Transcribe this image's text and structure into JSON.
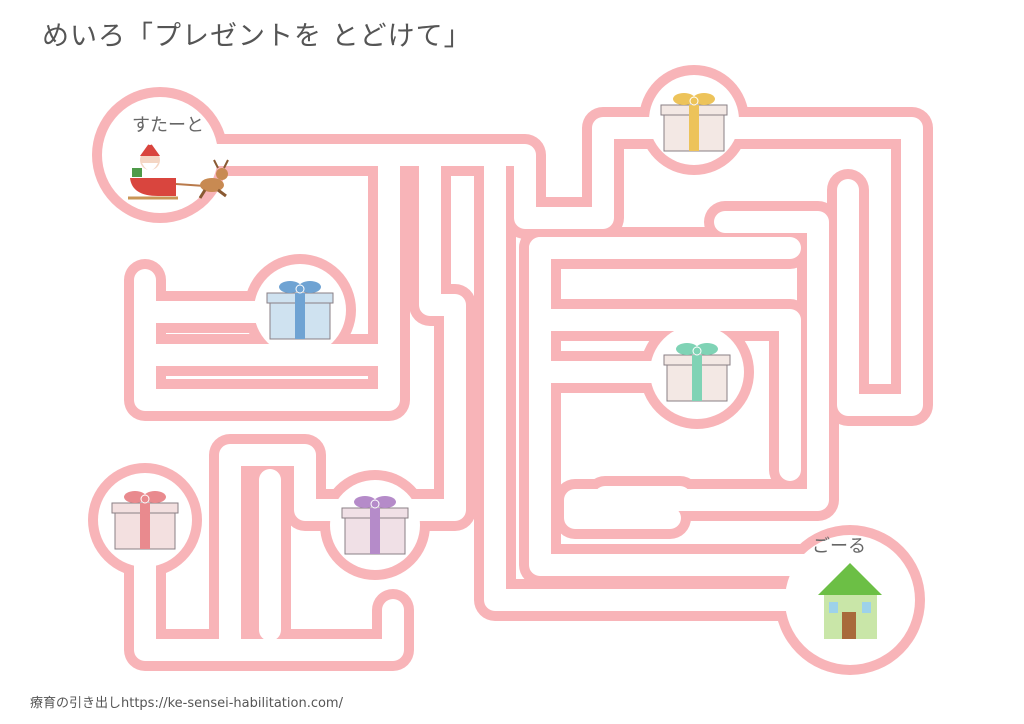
{
  "title": "めいろ「プレゼントを とどけて」",
  "start_label": "すたーと",
  "goal_label": "ごーる",
  "footer": "療育の引き出しhttps://ke-sensei-habilitation.com/",
  "colors": {
    "maze_wall": "#F8B4B8",
    "background": "#FFFFFF",
    "text": "#555555"
  },
  "gifts": [
    {
      "name": "blue-gift",
      "box": "#CFE2F0",
      "ribbon": "#6FA3D3"
    },
    {
      "name": "yellow-gift",
      "box": "#F3E8E4",
      "ribbon": "#EDC35A"
    },
    {
      "name": "green-gift",
      "box": "#F3E8E4",
      "ribbon": "#7FD3B5"
    },
    {
      "name": "pink-gift",
      "box": "#F3E0E0",
      "ribbon": "#E98A8E"
    },
    {
      "name": "purple-gift",
      "box": "#F0E0E6",
      "ribbon": "#B58BC9"
    }
  ]
}
